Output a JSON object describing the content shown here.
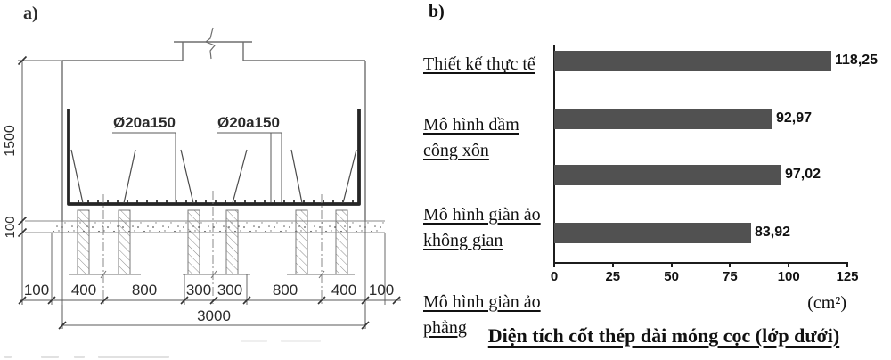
{
  "panel_a": {
    "label": "a)",
    "dim_height": "1500",
    "dim_lean": "100",
    "rebar_label_1": "Ø20a150",
    "rebar_label_2": "Ø20a150",
    "dims_bottom": [
      "100",
      "400",
      "800",
      "300",
      "300",
      "800",
      "400",
      "100"
    ],
    "dim_total": "3000"
  },
  "panel_b": {
    "label": "b)"
  },
  "chart_data": {
    "type": "bar",
    "orientation": "horizontal",
    "title": "Diện tích cốt thép đài móng cọc (lớp dưới)",
    "unit": "(cm²)",
    "categories": [
      "Thiết kế thực tế",
      "Mô hình dầm công xôn",
      "Mô hình giàn ảo không gian",
      "Mô hình giàn ảo phẳng"
    ],
    "category_lines": [
      [
        "Thiết kế thực tế"
      ],
      [
        "Mô hình dầm",
        "công xôn"
      ],
      [
        "Mô hình giàn ảo",
        "không gian"
      ],
      [
        "Mô hình giàn ảo",
        "phẳng"
      ]
    ],
    "values": [
      118.25,
      92.97,
      97.02,
      83.92
    ],
    "value_labels": [
      "118,25",
      "92,97",
      "97,02",
      "83,92"
    ],
    "xticks": [
      "0",
      "25",
      "50",
      "75",
      "100",
      "125"
    ],
    "xlim": [
      0,
      125
    ],
    "grid": false,
    "legend": false,
    "bar_color": "#515151"
  }
}
